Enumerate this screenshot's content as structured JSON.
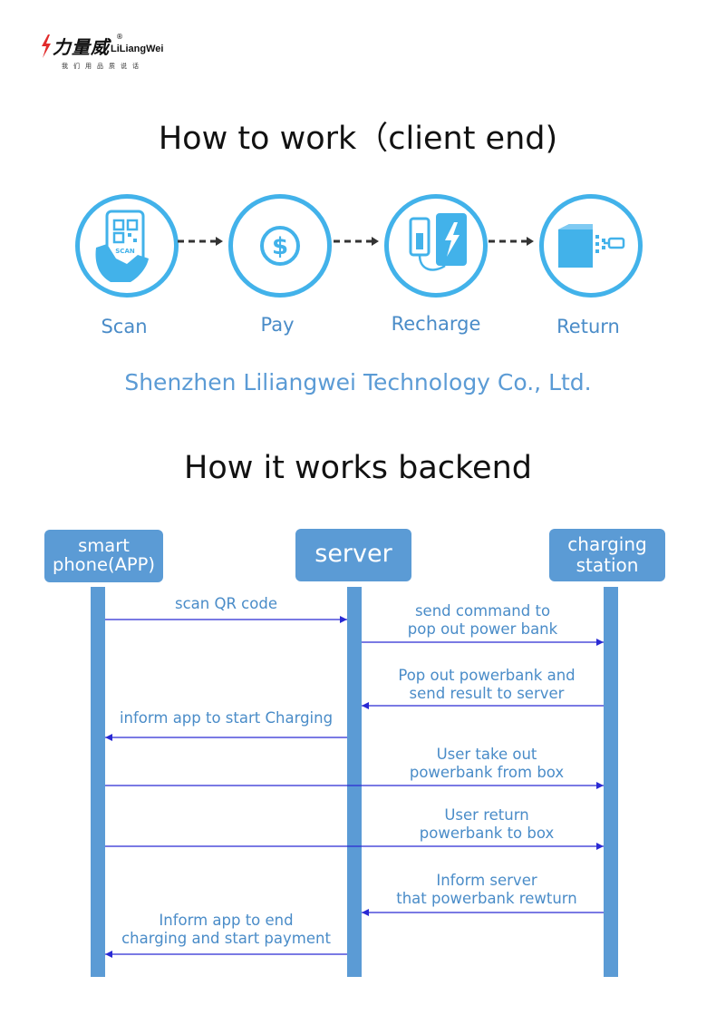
{
  "logo": {
    "brand_cn": "力量威",
    "brand_en": "LiLiangWei",
    "registered": "®",
    "slogan": "我们用品质说话",
    "brand_color": "#e12b2b"
  },
  "client_section": {
    "title": "How to work（client end)",
    "steps": [
      {
        "label": "Scan",
        "icon": "phone-scan-icon"
      },
      {
        "label": "Pay",
        "icon": "dollar-icon"
      },
      {
        "label": "Recharge",
        "icon": "power-bank-icon"
      },
      {
        "label": "Return",
        "icon": "station-return-icon"
      }
    ],
    "company": "Shenzhen Liliangwei Technology Co., Ltd."
  },
  "backend_section": {
    "title": "How it works backend",
    "actors": {
      "phone": [
        "smart",
        "phone(APP)"
      ],
      "server": "server",
      "station": [
        "charging",
        "station"
      ]
    },
    "messages": [
      {
        "from": "phone",
        "to": "server",
        "lines": [
          "scan QR code"
        ]
      },
      {
        "from": "server",
        "to": "station",
        "lines": [
          "send command to",
          "pop out power bank"
        ]
      },
      {
        "from": "station",
        "to": "server",
        "lines": [
          "Pop out powerbank and",
          "send result to server"
        ]
      },
      {
        "from": "server",
        "to": "phone",
        "lines": [
          "inform app to start Charging"
        ]
      },
      {
        "from": "phone",
        "to": "station",
        "lines": [
          "User take out",
          "powerbank from box"
        ]
      },
      {
        "from": "phone",
        "to": "station",
        "lines": [
          "User return",
          "powerbank to box"
        ]
      },
      {
        "from": "station",
        "to": "server",
        "lines": [
          "Inform server",
          "that powerbank rewturn"
        ]
      },
      {
        "from": "server",
        "to": "phone",
        "lines": [
          "Inform app to end",
          "charging and start payment"
        ]
      }
    ]
  },
  "colors": {
    "accent": "#5b9bd5",
    "icon": "#42b2ea",
    "arrow": "#2a2ad4",
    "label": "#4a8cc8"
  }
}
